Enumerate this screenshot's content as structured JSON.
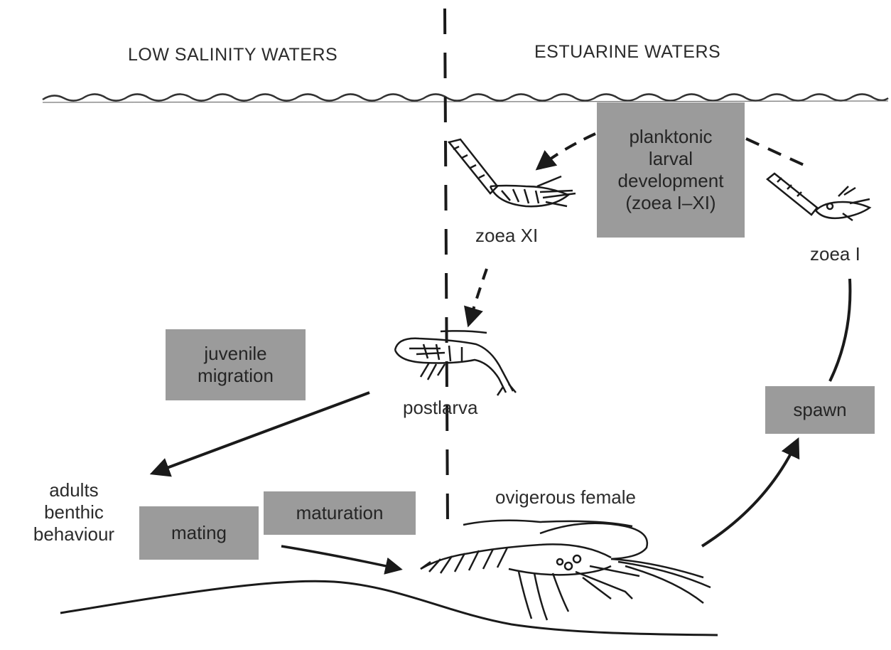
{
  "zones": {
    "left": "LOW SALINITY WATERS",
    "right": "ESTUARINE WATERS"
  },
  "boxes": {
    "planktonic": [
      "planktonic",
      "larval",
      "development",
      "(zoea I–XI)"
    ],
    "juvenile": [
      "juvenile",
      "migration"
    ],
    "spawn": "spawn",
    "maturation": "maturation",
    "mating": "mating"
  },
  "labels": {
    "zoea_xi": "zoea XI",
    "zoea_i": "zoea I",
    "postlarva": "postlarva",
    "ovigerous": "ovigerous female",
    "adults": [
      "adults",
      "benthic",
      "behaviour"
    ]
  }
}
